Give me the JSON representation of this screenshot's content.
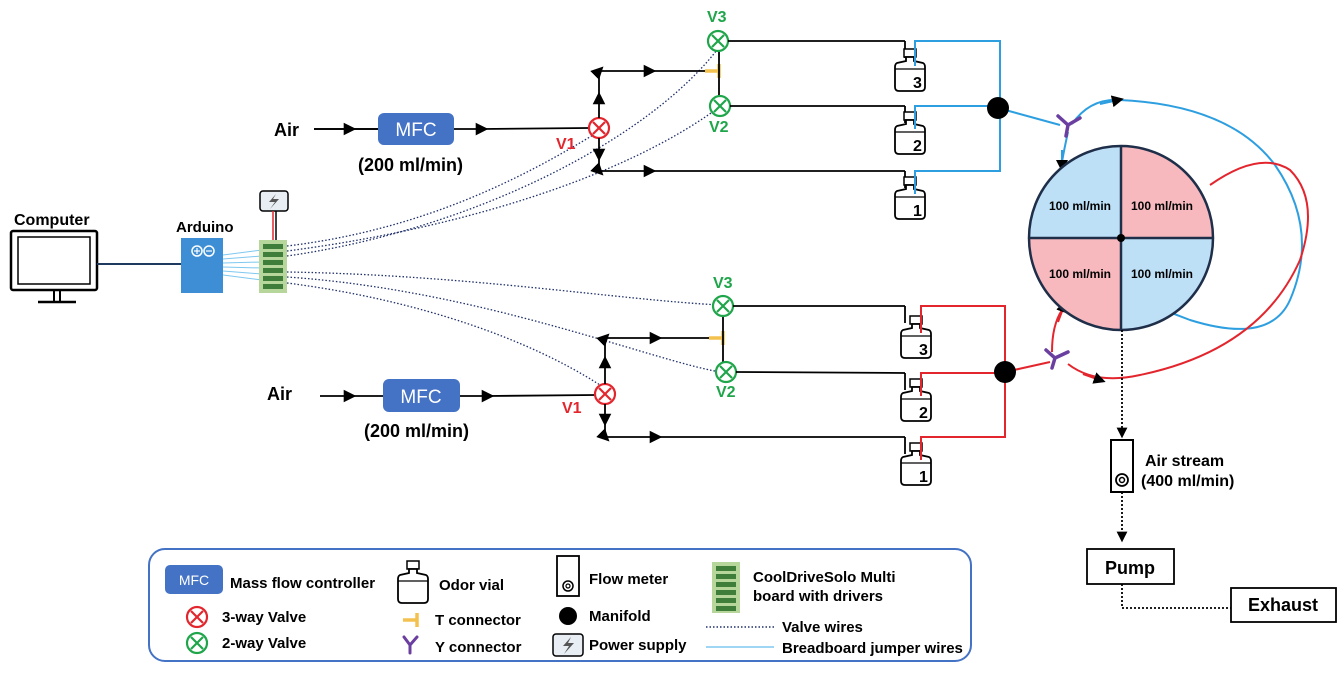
{
  "labels": {
    "computer": "Computer",
    "arduino": "Arduino",
    "air_top": "Air",
    "air_bottom": "Air",
    "mfc_top": "MFC",
    "mfc_bottom": "MFC",
    "mfc_flow_top": "(200 ml/min)",
    "mfc_flow_bottom": "(200 ml/min)",
    "v1_top": "V1",
    "v2_top": "V2",
    "v3_top": "V3",
    "v1_bottom": "V1",
    "v2_bottom": "V2",
    "v3_bottom": "V3",
    "vial_top_1": "1",
    "vial_top_2": "2",
    "vial_top_3": "3",
    "vial_bottom_1": "1",
    "vial_bottom_2": "2",
    "vial_bottom_3": "3",
    "quadrant_tl": "100 ml/min",
    "quadrant_tr": "100 ml/min",
    "quadrant_bl": "100 ml/min",
    "quadrant_br": "100 ml/min",
    "air_stream": "Air stream",
    "air_stream_flow": "(400 ml/min)",
    "pump": "Pump",
    "exhaust": "Exhaust"
  },
  "legend": {
    "mfc_icon": "MFC",
    "mfc": "Mass flow controller",
    "three_way_valve": "3-way Valve",
    "two_way_valve": "2-way Valve",
    "odor_vial": "Odor vial",
    "t_connector": "T connector",
    "y_connector": "Y connector",
    "flow_meter": "Flow meter",
    "manifold": "Manifold",
    "power_supply": "Power supply",
    "board_line1": "CoolDriveSolo Multi",
    "board_line2": "board with drivers",
    "valve_wires": "Valve wires",
    "jumper_wires": "Breadboard jumper wires"
  },
  "colors": {
    "mfc_blue": "#4472c4",
    "three_way_red": "#e3262e",
    "two_way_green": "#1fa54a",
    "t_connector_yellow": "#f2c14e",
    "y_connector_purple": "#6a3fa0",
    "blue_line": "#2d9fe0",
    "red_line": "#e3262e",
    "quadrant_blue": "#bde0f7",
    "quadrant_pink": "#f7b9be",
    "board_green": "#3f7d3a",
    "legend_border": "#4472c4"
  },
  "icons": [
    "monitor-icon",
    "arduino-icon",
    "driver-board-icon",
    "power-supply-icon",
    "mass-flow-controller",
    "three-way-valve-icon",
    "two-way-valve-icon",
    "t-connector-icon",
    "y-connector-icon",
    "odor-vial-icon",
    "manifold-icon",
    "flow-meter-icon"
  ]
}
